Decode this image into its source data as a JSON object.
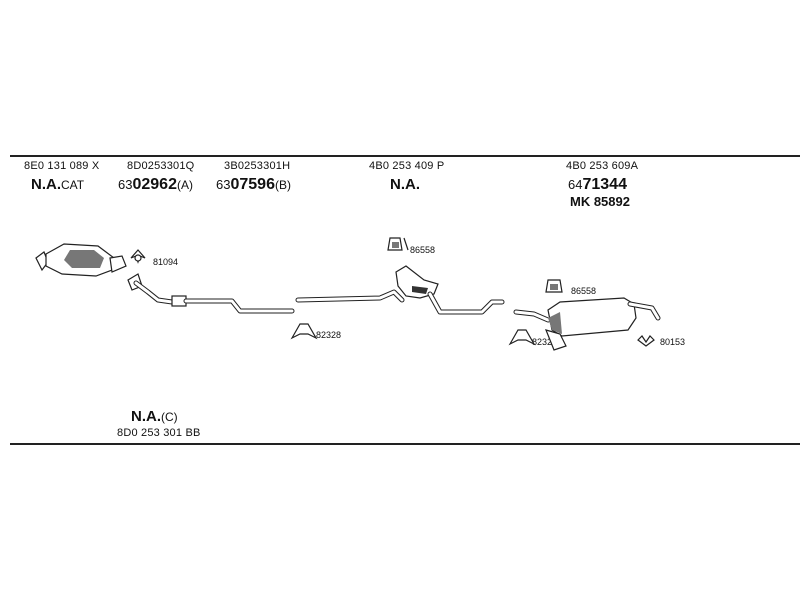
{
  "columns": [
    {
      "oem": "8E0 131 089 X",
      "na": "N.A.",
      "na_suffix": "CAT"
    },
    {
      "oem": "8D0253301Q",
      "code_prefix": "63",
      "code_main": "02962",
      "code_suffix": "(A)"
    },
    {
      "oem": "3B0253301H",
      "code_prefix": "63",
      "code_main": "07596",
      "code_suffix": "(B)"
    },
    {
      "oem": "4B0 253 409 P",
      "na": "N.A."
    },
    {
      "oem": "4B0 253 609A",
      "code_prefix": "64",
      "code_main": "71344",
      "mk": "MK  85892"
    }
  ],
  "bottom": {
    "na": "N.A.",
    "na_suffix": "(C)",
    "oem": "8D0 253 301 BB"
  },
  "parts": {
    "p81094": "81094",
    "p86558a": "86558",
    "p86558b": "86558",
    "p82328a": "82328",
    "p82328b": "82328",
    "p80153": "80153"
  }
}
